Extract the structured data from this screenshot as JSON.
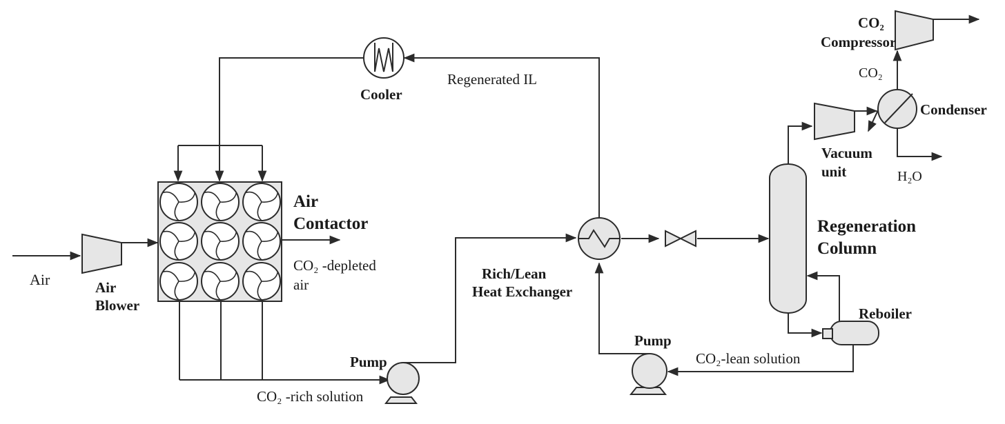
{
  "labels": {
    "air": "Air",
    "air_blower_1": "Air",
    "air_blower_2": "Blower",
    "air_contactor_1": "Air",
    "air_contactor_2": "Contactor",
    "co2_depleted_1": "CO₂ -depleted",
    "co2_depleted_2": "air",
    "cooler": "Cooler",
    "regenerated_il": "Regenerated IL",
    "pump_left": "Pump",
    "co2_rich": "CO₂ -rich solution",
    "hx_1": "Rich/Lean",
    "hx_2": "Heat Exchanger",
    "pump_right": "Pump",
    "co2_lean": "CO₂-lean solution",
    "regen_1": "Regeneration",
    "regen_2": "Column",
    "reboiler": "Reboiler",
    "vacuum_1": "Vacuum",
    "vacuum_2": "unit",
    "h2o": "H₂O",
    "condenser": "Condenser",
    "co2_stream": "CO₂",
    "compressor_1": "CO₂",
    "compressor_2": "Compressor"
  }
}
